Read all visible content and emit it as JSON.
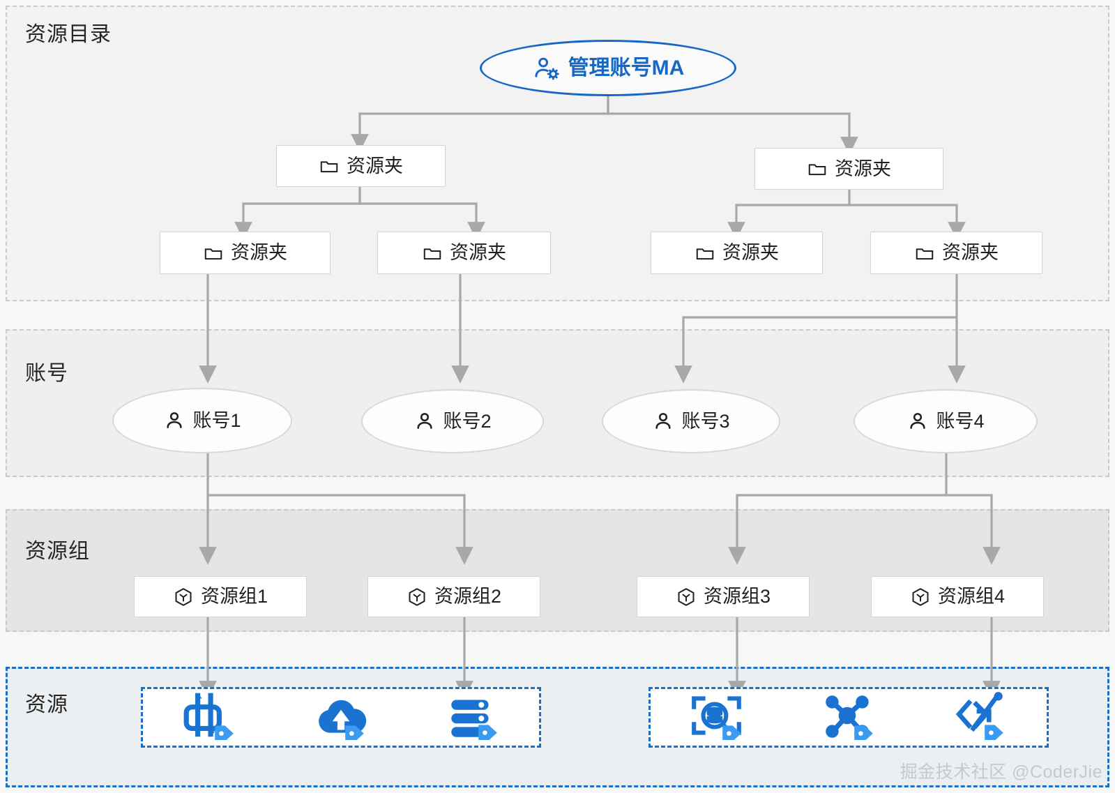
{
  "bands": [
    {
      "key": "directory",
      "label": "资源目录"
    },
    {
      "key": "account",
      "label": "账号"
    },
    {
      "key": "group",
      "label": "资源组"
    },
    {
      "key": "resource",
      "label": "资源"
    }
  ],
  "root": {
    "label": "管理账号MA",
    "icon": "user-gear-icon",
    "color": "#1668c4"
  },
  "folders": [
    {
      "id": "f1",
      "label": "资源夹",
      "icon": "folder-icon"
    },
    {
      "id": "f2",
      "label": "资源夹",
      "icon": "folder-icon"
    },
    {
      "id": "f3",
      "label": "资源夹",
      "icon": "folder-icon"
    },
    {
      "id": "f4",
      "label": "资源夹",
      "icon": "folder-icon"
    },
    {
      "id": "f5",
      "label": "资源夹",
      "icon": "folder-icon"
    },
    {
      "id": "f6",
      "label": "资源夹",
      "icon": "folder-icon"
    }
  ],
  "accounts": [
    {
      "id": "a1",
      "label": "账号1",
      "icon": "user-icon"
    },
    {
      "id": "a2",
      "label": "账号2",
      "icon": "user-icon"
    },
    {
      "id": "a3",
      "label": "账号3",
      "icon": "user-icon"
    },
    {
      "id": "a4",
      "label": "账号4",
      "icon": "user-icon"
    }
  ],
  "resource_groups": [
    {
      "id": "g1",
      "label": "资源组1",
      "icon": "cube-icon"
    },
    {
      "id": "g2",
      "label": "资源组2",
      "icon": "cube-icon"
    },
    {
      "id": "g3",
      "label": "资源组3",
      "icon": "cube-icon"
    },
    {
      "id": "g4",
      "label": "资源组4",
      "icon": "cube-icon"
    }
  ],
  "resource_boxes": [
    {
      "id": "rbox1",
      "icons": [
        "network-interface-tag-icon",
        "cloud-upload-tag-icon",
        "server-stack-tag-icon"
      ]
    },
    {
      "id": "rbox2",
      "icons": [
        "database-scan-tag-icon",
        "node-cluster-tag-icon",
        "code-brackets-tag-icon"
      ]
    }
  ],
  "edges": [
    {
      "from": "root",
      "to": "f1"
    },
    {
      "from": "root",
      "to": "f4"
    },
    {
      "from": "f1",
      "to": "f2"
    },
    {
      "from": "f1",
      "to": "f3"
    },
    {
      "from": "f4",
      "to": "f5"
    },
    {
      "from": "f4",
      "to": "f6"
    },
    {
      "from": "f2",
      "to": "a1"
    },
    {
      "from": "f3",
      "to": "a2"
    },
    {
      "from": "f6",
      "to": "a3"
    },
    {
      "from": "f6",
      "to": "a4"
    },
    {
      "from": "a1",
      "to": "g1"
    },
    {
      "from": "a1",
      "to": "g2"
    },
    {
      "from": "a4",
      "to": "g3"
    },
    {
      "from": "a4",
      "to": "g4"
    },
    {
      "from": "g1",
      "to": "rbox1"
    },
    {
      "from": "g2",
      "to": "rbox1"
    },
    {
      "from": "g3",
      "to": "rbox2"
    },
    {
      "from": "g4",
      "to": "rbox2"
    }
  ],
  "colors": {
    "accent_blue": "#1668c4",
    "resource_blue": "#1a72d1",
    "tag_blue": "#3a9bf0",
    "connector_gray": "#a8a8a8",
    "band_border": "#c9c9c9",
    "text_dark": "#1f1f1f"
  },
  "watermark": {
    "text": "掘金技术社区 @CoderJie"
  }
}
